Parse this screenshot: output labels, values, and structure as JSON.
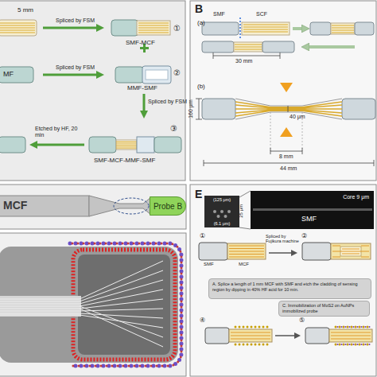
{
  "diagram": {
    "nodes": [
      {
        "text": [
          "Probe B"
        ]
      },
      {
        "text": [
          "(125 μm)",
          "(6.1 μm)"
        ]
      },
      {
        "text": [
          "Core 9 μm",
          "SMF"
        ]
      },
      {
        "text": [
          "A. Splice a length of 1 mm MCF with SMF and etch the cladding of sensing region by dipping in 40% HF acid for 10 min."
        ]
      },
      {
        "text": [
          "C. Immobilization of MoS2 on AuNPs immobilized probe"
        ]
      }
    ],
    "labels": [
      "5 mm",
      "Spliced by FSM",
      "SMF-MCF",
      "①",
      "Spliced by FSM",
      "MMF-SMF",
      "②",
      "MF",
      "Spliced by FSM",
      "Etched by HF, 20 min",
      "SMF-MCF-MMF-SMF",
      "③",
      "B",
      "(a)",
      "SMF",
      "SCF",
      "30 mm",
      "(b)",
      "160 μm",
      "40 μm",
      "8 mm",
      "44 mm",
      "MCF",
      "E",
      "25 μm",
      "①",
      "SMF",
      "MCF",
      "Spliced by Fujikura machine",
      "②",
      "④",
      "⑤"
    ]
  }
}
